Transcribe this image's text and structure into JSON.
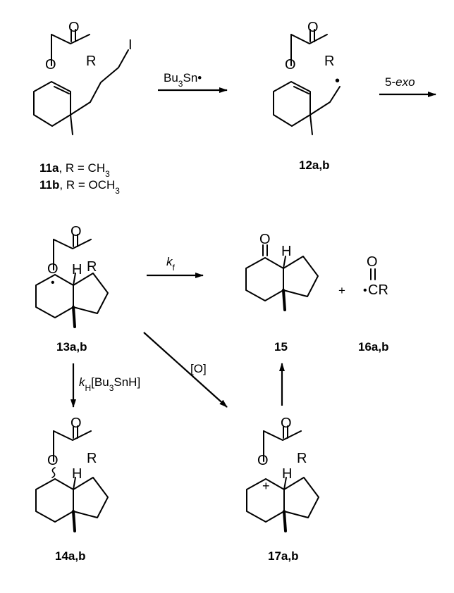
{
  "compounds": {
    "c11": {
      "num_a": "11",
      "let_a": "a",
      "rest_a": ", R = CH",
      "sub_a": "3",
      "num_b": "11",
      "let_b": "b",
      "rest_b": ", R = OCH",
      "sub_b": "3"
    },
    "c12": "12a,b",
    "c13": "13a,b",
    "c14": "14a,b",
    "c15": "15",
    "c16": "16a,b",
    "c17": "17a,b"
  },
  "atoms": {
    "O": "O",
    "R": "R",
    "I": "I",
    "H": "H",
    "CR": "CR",
    "plus": "+",
    "radical": "•"
  },
  "arrows": {
    "a1": {
      "pre": "Bu",
      "sub": "3",
      "post": "Sn•"
    },
    "a2": {
      "pre": "5-",
      "italic": "exo"
    },
    "a3": {
      "k": "k",
      "sub": "f"
    },
    "a4": {
      "k": "k",
      "sub": "H",
      "b1": "[Bu",
      "s3": "3",
      "b2": "SnH]"
    },
    "a5": "[O]"
  },
  "misc": {
    "plus_sign": "+"
  }
}
